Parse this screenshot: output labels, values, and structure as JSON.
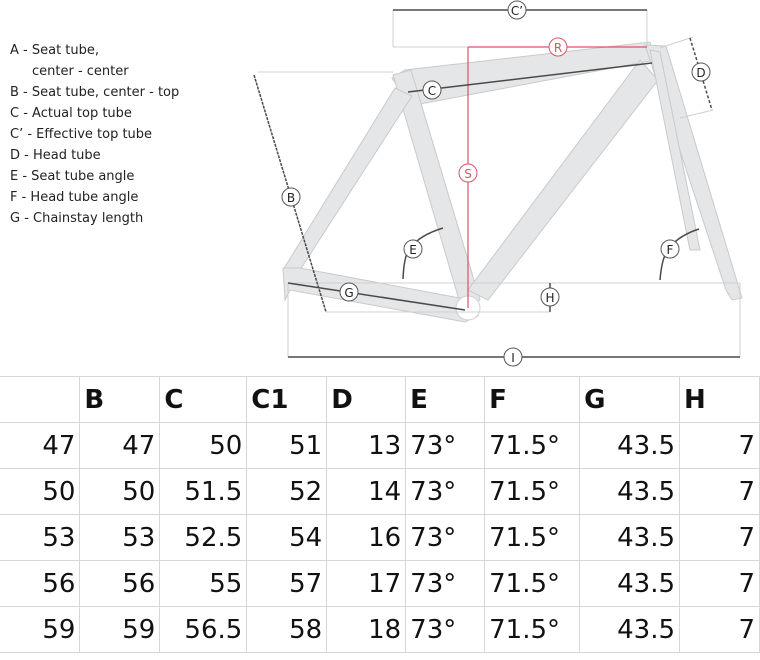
{
  "legend": {
    "items": [
      {
        "key": "A",
        "text": "A - Seat tube,"
      },
      {
        "key": "A2",
        "text": "center - center"
      },
      {
        "key": "B",
        "text": "B - Seat tube, center - top"
      },
      {
        "key": "C",
        "text": "C - Actual top tube"
      },
      {
        "key": "C'",
        "text": "C’ - Effective top tube"
      },
      {
        "key": "D",
        "text": "D - Head tube"
      },
      {
        "key": "E",
        "text": "E - Seat tube angle"
      },
      {
        "key": "F",
        "text": "F - Head tube angle"
      },
      {
        "key": "G",
        "text": "G - Chainstay length"
      }
    ]
  },
  "diagram": {
    "labels": {
      "c_prime": "C’",
      "r": "R",
      "c": "C",
      "d": "D",
      "s": "S",
      "b": "B",
      "e": "E",
      "f": "F",
      "g": "G",
      "h": "H",
      "i": "I"
    },
    "colors": {
      "frame_fill": "#e4e6e7",
      "frame_stroke": "#c4c6c8",
      "dimension_line": "#4a4a4a",
      "reach_stack": "#d9536a",
      "guide_line": "#d0d0d0"
    }
  },
  "table": {
    "headers": [
      "",
      "B",
      "C",
      "C1",
      "D",
      "E",
      "F",
      "G",
      "H"
    ],
    "rows": [
      [
        "47",
        "47",
        "50",
        "51",
        "13",
        "73°",
        "71.5°",
        "43.5",
        "7"
      ],
      [
        "50",
        "50",
        "51.5",
        "52",
        "14",
        "73°",
        "71.5°",
        "43.5",
        "7"
      ],
      [
        "53",
        "53",
        "52.5",
        "54",
        "16",
        "73°",
        "71.5°",
        "43.5",
        "7"
      ],
      [
        "56",
        "56",
        "55",
        "57",
        "17",
        "73°",
        "71.5°",
        "43.5",
        "7"
      ],
      [
        "59",
        "59",
        "56.5",
        "58",
        "18",
        "73°",
        "71.5°",
        "43.5",
        "7"
      ]
    ]
  }
}
